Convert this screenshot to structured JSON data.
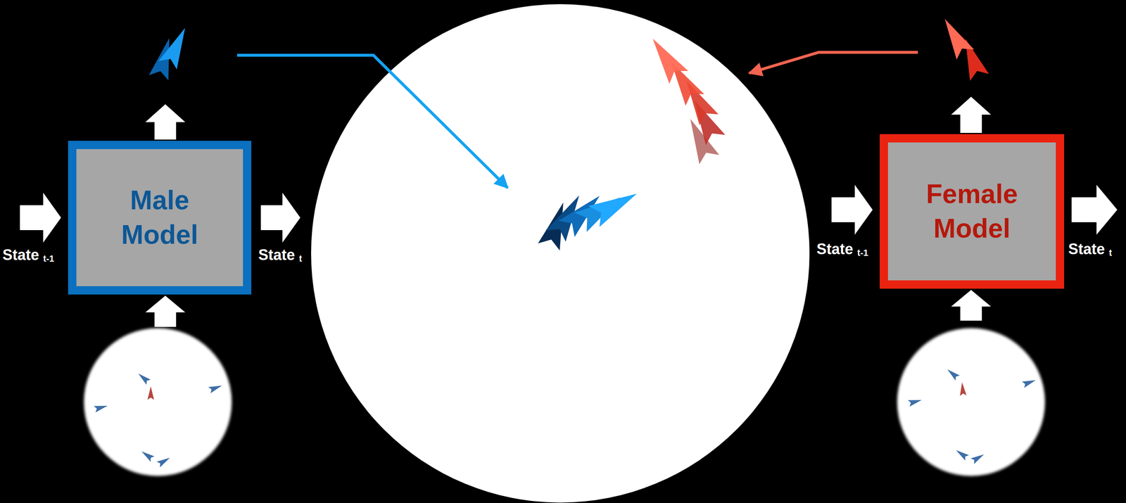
{
  "diagram": {
    "nodes": [
      {
        "text": [
          "Male Model"
        ]
      },
      {
        "text": [
          "Female Model"
        ]
      }
    ],
    "labels": [
      "State t-1",
      "State t",
      "State t-1",
      "State t"
    ]
  }
}
